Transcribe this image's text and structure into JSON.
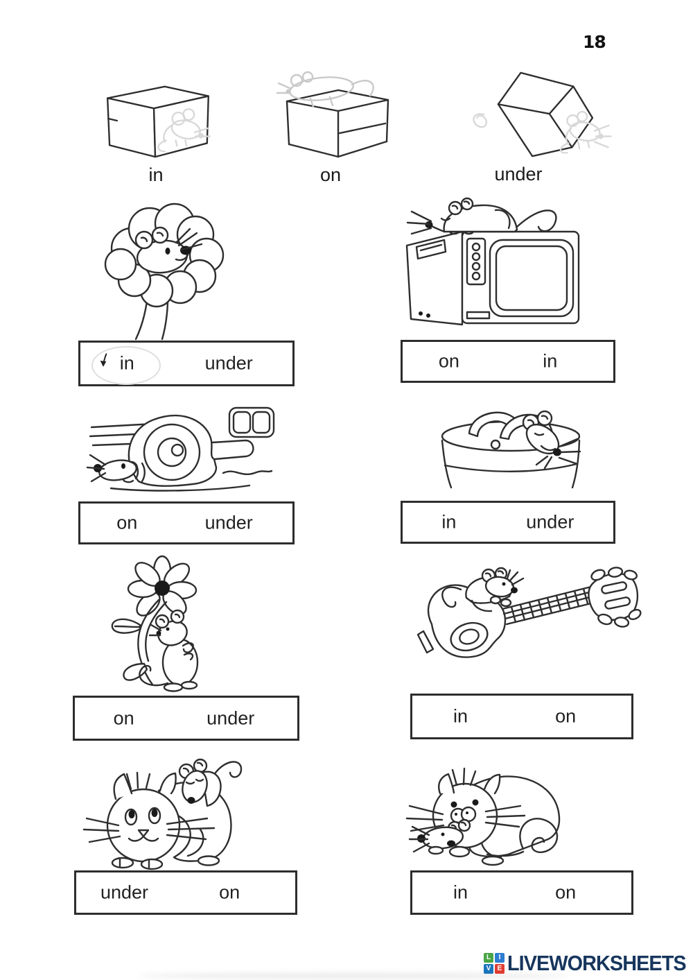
{
  "page": {
    "number": "18"
  },
  "legend": {
    "items": [
      {
        "label": "in"
      },
      {
        "label": "on"
      },
      {
        "label": "under"
      }
    ]
  },
  "exercises": [
    {
      "picture": "mouse-in-tree",
      "options": [
        "in",
        "under"
      ],
      "marked_option": "in"
    },
    {
      "picture": "mouse-on-tv",
      "options": [
        "on",
        "in"
      ]
    },
    {
      "picture": "mouse-under-skate",
      "options": [
        "on",
        "under"
      ]
    },
    {
      "picture": "mouse-in-basket",
      "options": [
        "in",
        "under"
      ]
    },
    {
      "picture": "mouse-under-flower",
      "options": [
        "on",
        "under"
      ]
    },
    {
      "picture": "mouse-on-guitar",
      "options": [
        "in",
        "on"
      ]
    },
    {
      "picture": "mouse-on-cat",
      "options": [
        "under",
        "on"
      ]
    },
    {
      "picture": "mouse-under-cat",
      "options": [
        "in",
        "on"
      ]
    }
  ],
  "footer": {
    "logo_letters": [
      "L",
      "I",
      "V",
      "E"
    ],
    "logo_colors": [
      "#4aa546",
      "#2d7dd2",
      "#1b75bc",
      "#e03c31"
    ],
    "logo_text": "LIVEWORKSHEETS",
    "logo_text_color": "#17365d"
  }
}
